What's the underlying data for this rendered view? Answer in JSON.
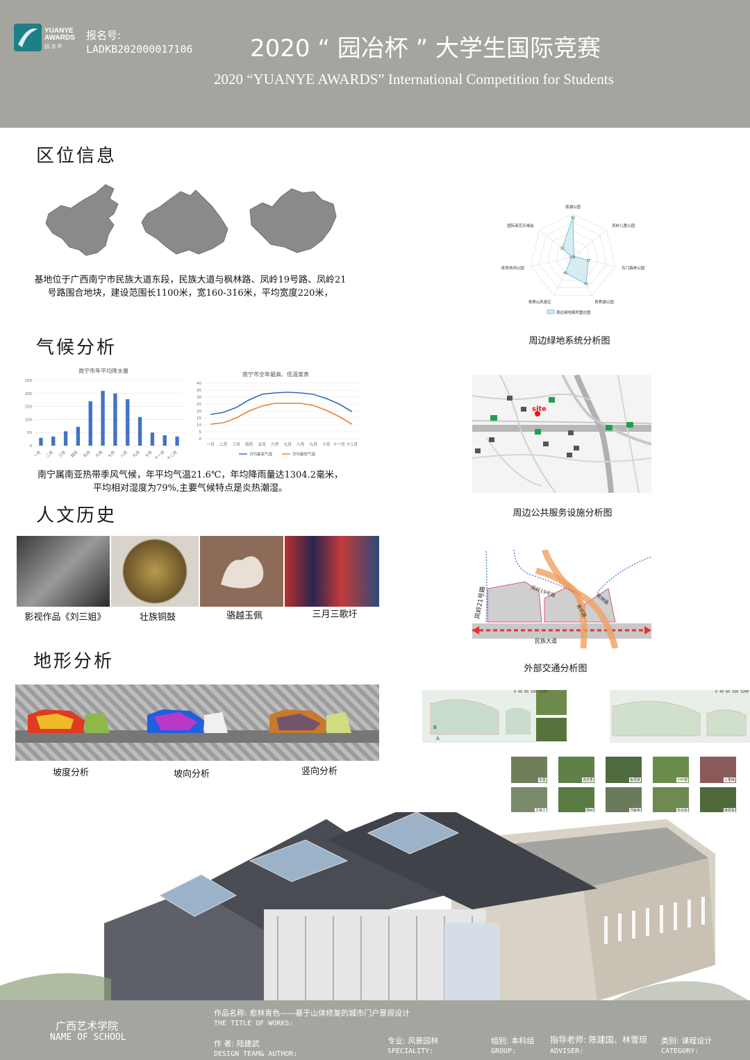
{
  "header": {
    "logo_text_1": "YUANYE",
    "logo_text_2": "AWARDS",
    "logo_sub": "园 冶 杯",
    "reg_label": "报名号:",
    "reg_no": "LADKB202000017106",
    "title_cn": "2020 “ 园冶杯 ” 大学生国际竞赛",
    "title_en": "2020 “YUANYE AWARDS” International Competition for  Students"
  },
  "location": {
    "title": "区位信息",
    "text_1": "基地位于广西南宁市民族大道东段，民族大道与枫林路、凤岭19号路、凤岭21",
    "text_2": "号路围合地块，建设范围长1100米，宽160-316米，平均宽度220米，"
  },
  "climate": {
    "title": "气候分析",
    "text_1": "南宁属南亚热带季风气候，年平均气温21.6℃，年均降雨量达1304.2毫米，",
    "text_2": "平均相对湿度为79%,主要气候特点是炎热潮湿。"
  },
  "culture": {
    "title": "人文历史",
    "captions": [
      "影视作品《刘三姐》",
      "壮族铜鼓",
      "骆越玉佩",
      "三月三歌圩"
    ]
  },
  "terrain": {
    "title": "地形分析",
    "captions": [
      "坡度分析",
      "坡向分析",
      "竖向分析"
    ]
  },
  "right": {
    "green_caption": "周边绿地系统分析图",
    "radar_legend": "周边绿地面积雷达图",
    "public_caption": "周边公共服务设施分析图",
    "site_label": "site",
    "traffic_caption": "外部交通分析图",
    "road_labels": [
      "凤岭21号路",
      "凤岭19号路",
      "枫林路",
      "民族大道",
      "青环路"
    ]
  },
  "plants": {
    "labels": [
      "芙蓉",
      "迷迭香",
      "鱼尾葵",
      "小叶榕",
      "三角梅",
      "文殊兰",
      "樟树",
      "洋紫荆",
      "毛杜鹃",
      "散尾葵"
    ],
    "scale": "0  40  80  160  320M",
    "label_a": "A",
    "label_b": "B"
  },
  "chart_data": [
    {
      "type": "bar",
      "title": "南宁市年平均降水量",
      "categories": [
        "一月",
        "二月",
        "三月",
        "四月",
        "五月",
        "六月",
        "七月",
        "八月",
        "九月",
        "十月",
        "十一月",
        "十二月"
      ],
      "values": [
        30,
        35,
        55,
        72,
        170,
        210,
        200,
        178,
        110,
        50,
        40,
        35
      ],
      "ylim": [
        0,
        250
      ],
      "yticks": [
        0,
        50,
        100,
        150,
        200,
        250
      ],
      "color": "#4472c4"
    },
    {
      "type": "line",
      "title": "南宁市全年最高、低温度表",
      "categories": [
        "一月",
        "二月",
        "三月",
        "四月",
        "五月",
        "六月",
        "七月",
        "八月",
        "九月",
        "十月",
        "十一月",
        "十二月"
      ],
      "series": [
        {
          "name": "日均最高气温",
          "values": [
            17.5,
            19,
            22.5,
            28,
            32,
            33,
            33.5,
            33,
            32,
            29,
            25,
            19.5
          ],
          "color": "#2f6db5"
        },
        {
          "name": "日均最低气温",
          "values": [
            10.5,
            11.5,
            15,
            20,
            23.5,
            25.5,
            25.5,
            25.5,
            24,
            20.5,
            16,
            10.5
          ],
          "color": "#ed7d31"
        }
      ],
      "ylim": [
        0,
        40
      ],
      "yticks": [
        0,
        5,
        10,
        15,
        20,
        25,
        30,
        35,
        40
      ]
    },
    {
      "type": "radar",
      "categories": [
        "南湖公园",
        "凤岭儿童公园",
        "石门森林公园",
        "青秀湖公园",
        "青秀山风景区",
        "体育休闲公园",
        "国际商宗天禄会"
      ],
      "values": [
        92,
        1,
        37,
        70,
        41,
        0.8,
        32
      ],
      "value_labels": [
        "92",
        "1",
        "37",
        "70",
        "41",
        "0.8",
        "32"
      ],
      "rmax": 100
    }
  ],
  "footer": {
    "school_cn": "广西艺术学院",
    "school_en": "NAME OF SCHOOL",
    "works_label": "作品名称: 愈林青色——基于山体修复的城市门户景观设计",
    "works_en": "THE TITLE OF WORKS:",
    "author_label": "作    者: 陆建武",
    "author_en": "DESIGN TEAM& AUTHOR:",
    "specialty_label": "专业: 风景园林",
    "specialty_en": "SPECIALITY:",
    "group_label": "组别: 本科组",
    "group_en": "GROUP:",
    "adviser_label": "指导老师: 陈建国、林雪琼",
    "adviser_en": "ADVISER:",
    "category_label": "类别: 课程设计",
    "category_en": "CATEGORY:"
  }
}
